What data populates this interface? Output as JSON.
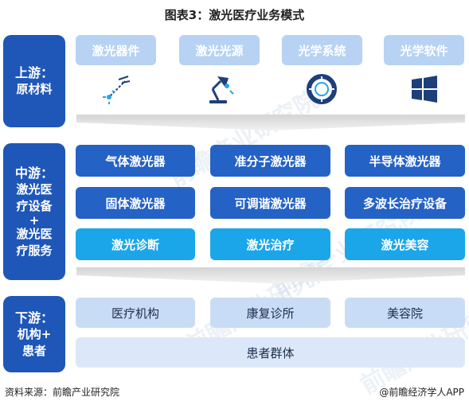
{
  "title": "图表3：激光医疗业务模式",
  "upstream": {
    "label_line1": "上游：",
    "label_line2": "原材料",
    "items": [
      "激光器件",
      "激光光源",
      "光学系统",
      "光学软件"
    ]
  },
  "midstream": {
    "label_lines": [
      "中游：",
      "激光医",
      "疗设备",
      "+",
      "激光医",
      "疗服务"
    ],
    "row1": [
      "气体激光器",
      "准分子激光器",
      "半导体激光器"
    ],
    "row2": [
      "固体激光器",
      "可调谐激光器",
      "多波长治疗设备"
    ],
    "row3": [
      "激光诊断",
      "激光治疗",
      "激光美容"
    ]
  },
  "downstream": {
    "label_lines": [
      "下游：",
      "机构+",
      "患者"
    ],
    "row1": [
      "医疗机构",
      "康复诊所",
      "美容院"
    ],
    "row2": "患者群体"
  },
  "footer": {
    "source": "资料来源：前瞻产业研究院",
    "credit": "@前瞻经济学人APP"
  },
  "watermark": "前瞻产业研究院",
  "colors": {
    "side_block": "#1e57b8",
    "upstream_box": "#b7d2f3",
    "mid_dark": "#2562c6",
    "mid_cyan": "#1ba6ea",
    "down_box": "#c9dcf6",
    "divider": "#d9d9d9"
  },
  "icons": [
    "laser-device-icon",
    "lamp-icon",
    "lens-ring-icon",
    "windows-icon"
  ]
}
